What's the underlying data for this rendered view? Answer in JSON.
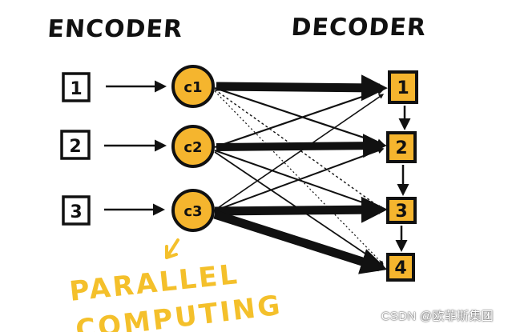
{
  "headers": {
    "encoder": "ENCODER",
    "decoder": "DECODER"
  },
  "inputs": [
    "1",
    "2",
    "3"
  ],
  "context_vectors": [
    "c1",
    "c2",
    "c3"
  ],
  "outputs": [
    "1",
    "2",
    "3",
    "4"
  ],
  "annotation": {
    "line1": "PARALLEL",
    "line2": "COMPUTING"
  },
  "watermark": "CSDN @欧菲斯集团",
  "colors": {
    "accent": "#f5b52e",
    "ink": "#111111",
    "annotation": "#f4c02b"
  }
}
